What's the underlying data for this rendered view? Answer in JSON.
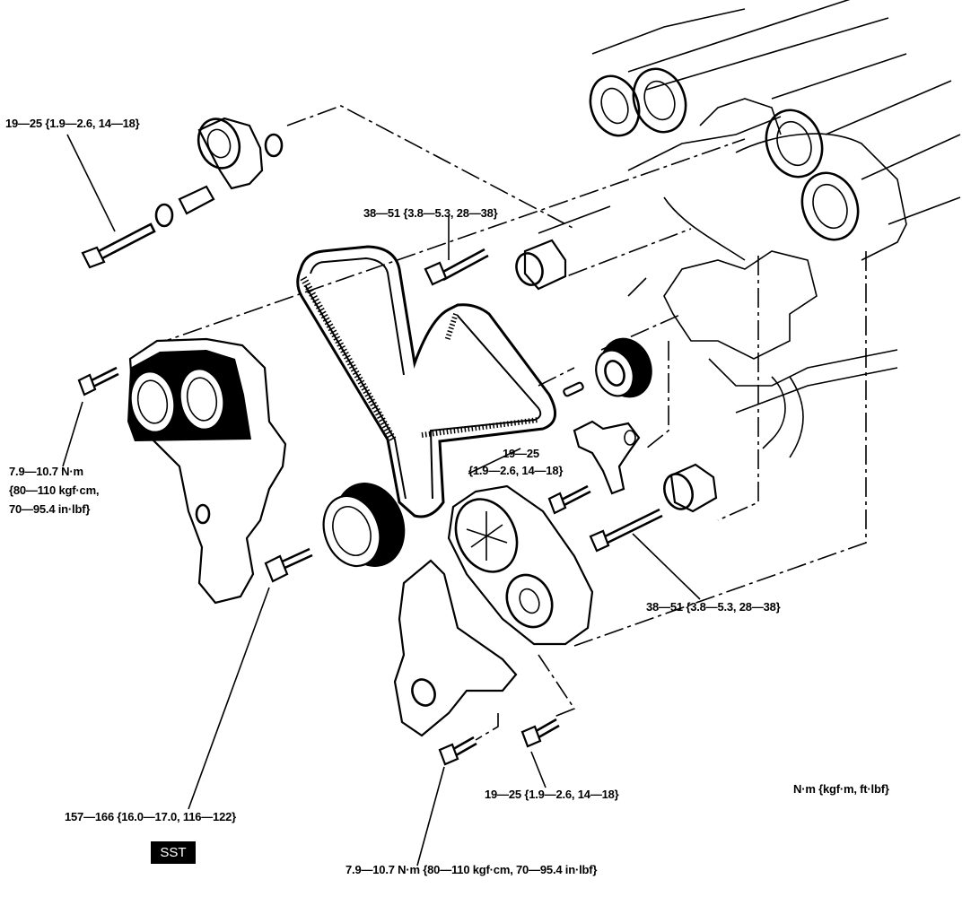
{
  "diagram": {
    "title": "Timing belt components exploded view",
    "unit_legend": "N·m {kgf·m, ft·lbf}",
    "sst_badge": "SST",
    "torque_labels": {
      "tensioner_bolt": "19—25 {1.9—2.6, 14—18}",
      "idler_bolt_upper": "38—51 {3.8—5.3, 28—38}",
      "cover_bolt_left": [
        "7.9—10.7 N·m",
        "{80—110 kgf·cm,",
        "70—95.4 in·lbf}"
      ],
      "tensioner_lever_bolt": [
        "19—25",
        "{1.9—2.6, 14—18}"
      ],
      "idler_bolt_lower": "38—51 {3.8—5.3, 28—38}",
      "crank_pulley_bolt": "157—166 {16.0—17.0, 116—122}",
      "lower_cover_bolt": "19—25 {1.9—2.6, 14—18}",
      "lower_cover_bolt_small": "7.9—10.7 N·m {80—110 kgf·cm, 70—95.4 in·lbf}"
    },
    "components": [
      "tensioner-pulley",
      "spacer",
      "washer",
      "timing-belt",
      "idler-pulley-upper",
      "crankshaft-timing-pulley",
      "key",
      "tensioner-lever",
      "idler-pulley-lower",
      "crankshaft-pulley",
      "timing-belt-cover-upper-left",
      "timing-belt-cover-right",
      "timing-belt-cover-lower",
      "engine-block",
      "camshaft-pulleys"
    ]
  }
}
